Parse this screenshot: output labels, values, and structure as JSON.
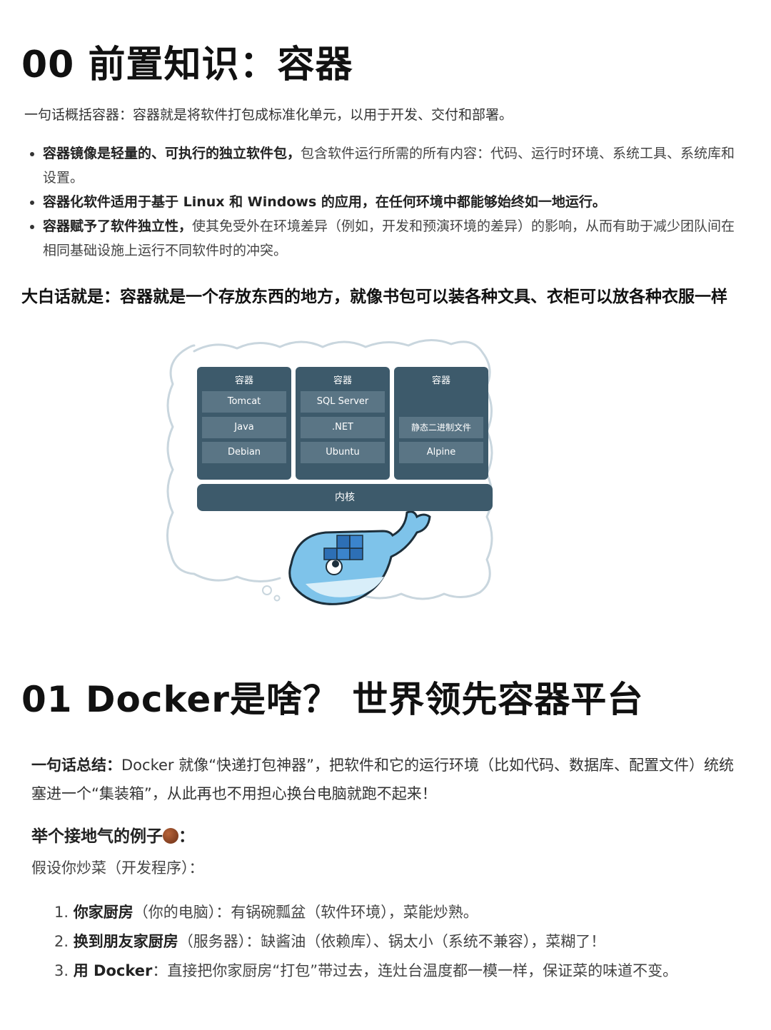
{
  "section0": {
    "title": "00 前置知识：容器",
    "lead_label": "一句话概括容器：",
    "lead_text": "容器就是将软件打包成标准化单元，以用于开发、交付和部署。",
    "bullets": [
      {
        "bold": "容器镜像是轻量的、可执行的独立软件包，",
        "text": "包含软件运行所需的所有内容：代码、运行时环境、系统工具、系统库和设置。"
      },
      {
        "bold": "容器化软件适用于基于 Linux 和 Windows 的应用，在任何环境中都能够始终如一地运行。",
        "text": ""
      },
      {
        "bold": "容器赋予了软件独立性，",
        "text": "使其免受外在环境差异（例如，开发和预演环境的差异）的影响，从而有助于减少团队间在相同基础设施上运行不同软件时的冲突。"
      }
    ],
    "plain_words": "大白话就是：容器就是一个存放东西的地方，就像书包可以装各种文具、衣柜可以放各种衣服一样"
  },
  "diagram": {
    "columns": [
      {
        "title": "容器",
        "cells": [
          "Tomcat",
          "Java",
          "Debian"
        ]
      },
      {
        "title": "容器",
        "cells": [
          "SQL Server",
          ".NET",
          "Ubuntu"
        ]
      },
      {
        "title": "容器",
        "cells": [
          "",
          "静态二进制文件",
          "Alpine"
        ]
      }
    ],
    "kernel": "内核",
    "colors": {
      "container": "#3d5a6b",
      "cell": "#5a7585",
      "whale": "#7ec3ea",
      "crate": "#2d6fb5"
    }
  },
  "section1": {
    "title": "01 Docker是啥？ 世界领先容器平台",
    "summary_label": "一句话总结：",
    "summary_text": "Docker 就像“快递打包神器”，把软件和它的运行环境（比如代码、数据库、配置文件）统统塞进一个“集装箱”，从此再也不用担心换台电脑就跑不起来！",
    "example_title": "举个接地气的例子",
    "example_icon": "chestnut-emoji",
    "example_colon": "：",
    "suppose": "假设你炒菜（开发程序）：",
    "steps": [
      {
        "num": "1.",
        "bold": "你家厨房",
        "text": "（你的电脑）：有锅碗瓢盆（软件环境），菜能炒熟。"
      },
      {
        "num": "2.",
        "bold": "换到朋友家厨房",
        "text": "（服务器）：缺酱油（依赖库）、锅太小（系统不兼容），菜糊了！"
      },
      {
        "num": "3.",
        "bold": "用 Docker",
        "text": "：直接把你家厨房“打包”带过去，连灶台温度都一模一样，保证菜的味道不变。"
      }
    ]
  }
}
